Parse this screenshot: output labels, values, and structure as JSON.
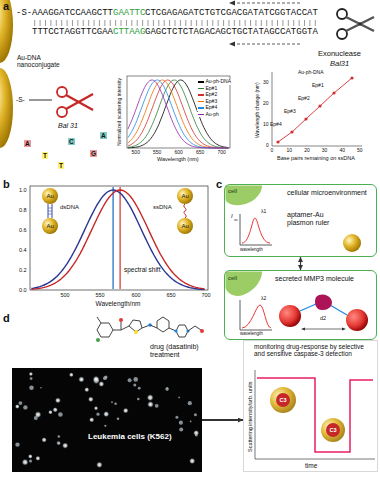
{
  "diagram": {
    "nodes": [
      {
        "text": [
          "cellular microenvironment",
          "aptamer-Au plasmon ruler"
        ]
      },
      {
        "text": [
          "secreted MMP3 molecule"
        ]
      },
      {
        "text": [
          "Leukemia cells (K562)"
        ]
      },
      {
        "text": [
          "monitoring drug-response by selective and sensitive caspase-3 detection",
          "Scattering intensity/arb. units",
          "time"
        ]
      }
    ],
    "edges": [
      {
        "from": 0,
        "to": 1,
        "arrow": "both"
      },
      {
        "from": 2,
        "to": 3,
        "arrow": "to"
      }
    ],
    "labels": [
      "a",
      "-S-",
      "AAAGGATCCAAGCTT",
      "GAATTC",
      "CTCGAGAGATCTGTCGACGATATCGGTACCAT",
      "TTTCCTAGGTTCGAA",
      "CTTAAG",
      "GAGCTCTCTAGACAGCTGCTATAGCCATGGTA",
      "Exonuclease",
      "Bal31",
      "Au-DNA nanoconjugate",
      "-S-",
      "Bal 31",
      "A",
      "T",
      "C",
      "G",
      "T",
      "A",
      "Normalized scattering intensity",
      "500",
      "550",
      "600",
      "650",
      "700",
      "Wavelength (nm)",
      "Wavelength change (nm)",
      "0",
      "10",
      "20",
      "30",
      "0",
      "10",
      "20",
      "30",
      "40",
      "50",
      "Base pairs remaining on ssDNA",
      "Ep#4",
      "Ep#3",
      "Ep#2",
      "Ep#1",
      "Au-ph-DNA",
      "b",
      "1.0",
      "0.8",
      "0.6",
      "0.4",
      "0.2",
      "0.0",
      "500",
      "550",
      "600",
      "650",
      "700",
      "Wavelength/nm",
      "Au",
      "dsDNA",
      "Au",
      "Au",
      "ssDNA",
      "Au",
      "spectral shift",
      "c",
      "cell",
      "I",
      "sc",
      "λ1",
      "wavelength",
      "cell",
      "λ2",
      "wavelength",
      "d2",
      "d",
      "drug (dasatinib) treatment",
      "C3",
      "C3"
    ],
    "legend": [
      {
        "text": "Au-ph-DNA",
        "color": "#000000"
      },
      {
        "text": "Ep#1",
        "color": "#2e7d32"
      },
      {
        "text": "Ep#2",
        "color": "#d32f2f"
      },
      {
        "text": "Ep#3",
        "color": "#ef6c00"
      },
      {
        "text": "Ep#4",
        "color": "#1e88e5"
      },
      {
        "text": "Au-ph",
        "color": "#8e24aa"
      }
    ]
  }
}
